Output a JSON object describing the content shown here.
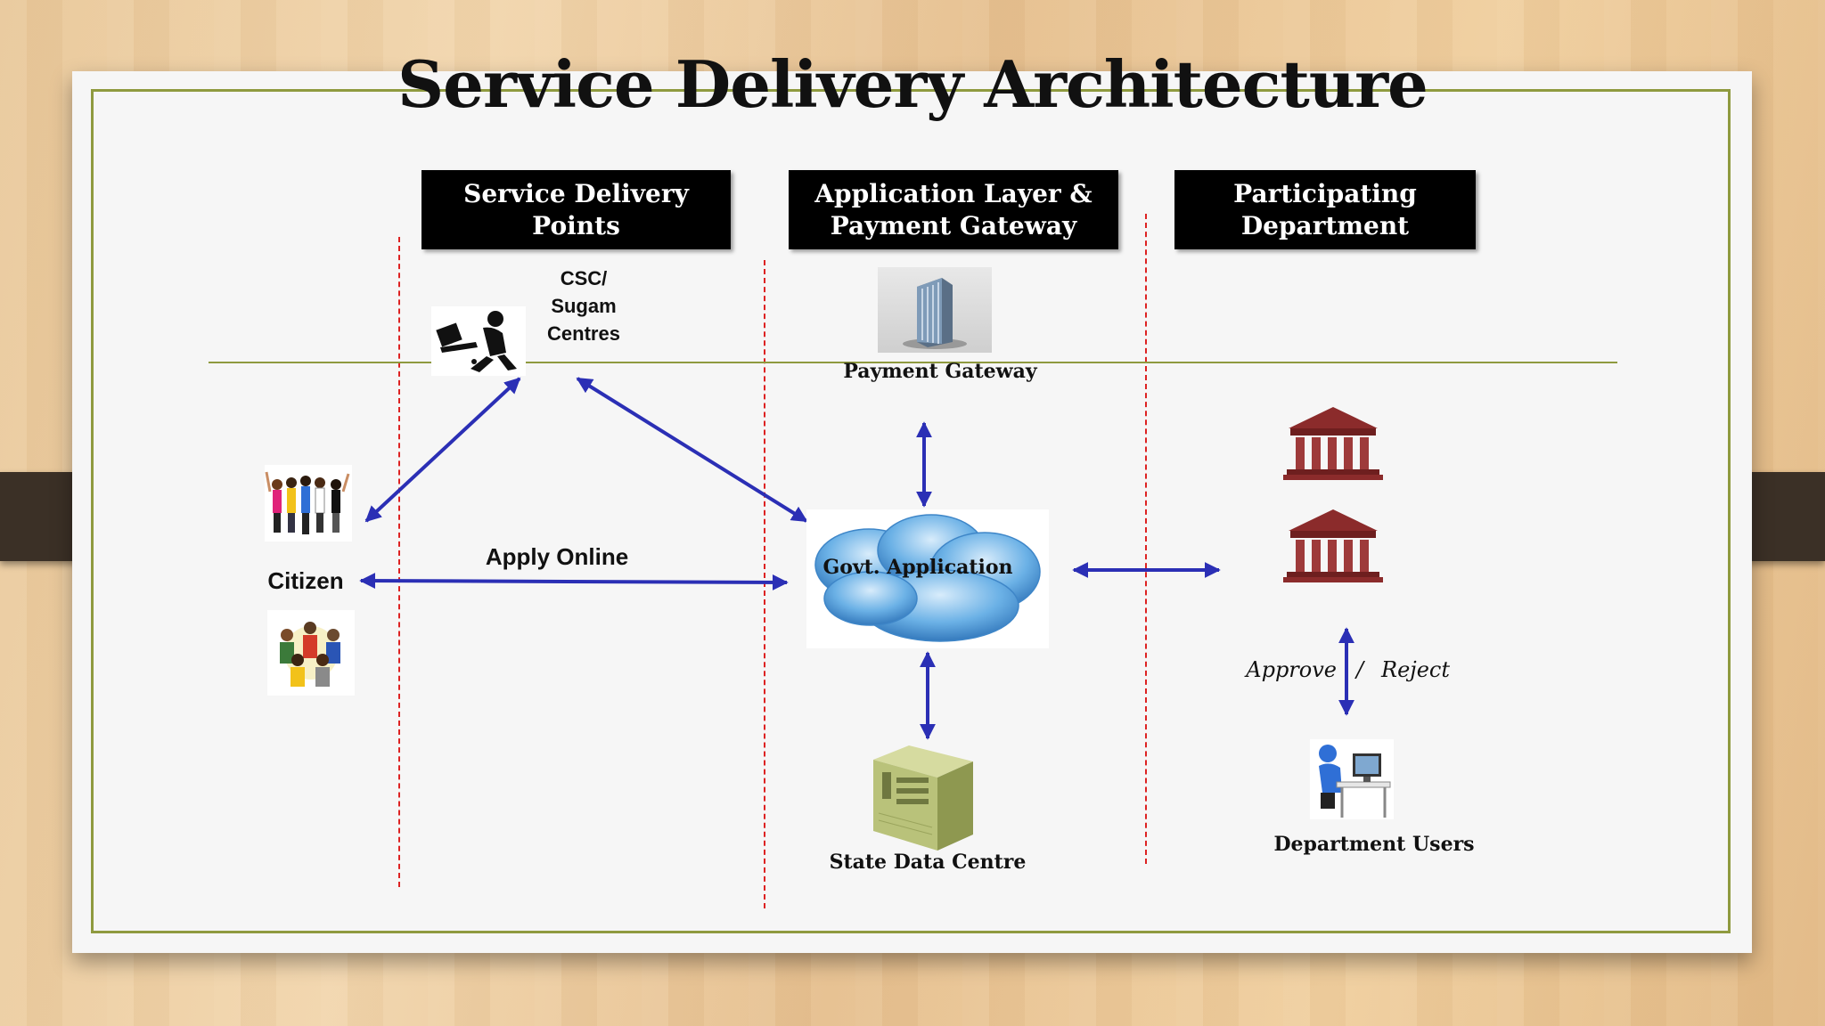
{
  "title": "Service Delivery Architecture",
  "headers": {
    "service_delivery_points": "Service Delivery\nPoints",
    "application_layer": "Application Layer &\nPayment Gateway",
    "participating_department": "Participating\nDepartment"
  },
  "labels": {
    "csc": "CSC/\nSugam\nCentres",
    "payment_gateway": "Payment Gateway",
    "citizen": "Citizen",
    "apply_online": "Apply  Online",
    "govt_application": "Govt. Application",
    "state_data_centre": "State Data Centre",
    "approve": "Approve",
    "slash": "/",
    "reject": "Reject",
    "department_users": "Department Users"
  },
  "colors": {
    "arrow": "#2b2fb5",
    "divider": "#d22222",
    "border": "#8f9a3f",
    "header_bg": "#000000",
    "cloud": "#4a9ad6",
    "building": "#8b2b2b"
  },
  "icons": [
    "person-at-computer-icon",
    "office-building-icon",
    "crowd-icon",
    "team-icon",
    "cloud-icon",
    "government-building-icon",
    "server-icon",
    "department-user-icon"
  ]
}
